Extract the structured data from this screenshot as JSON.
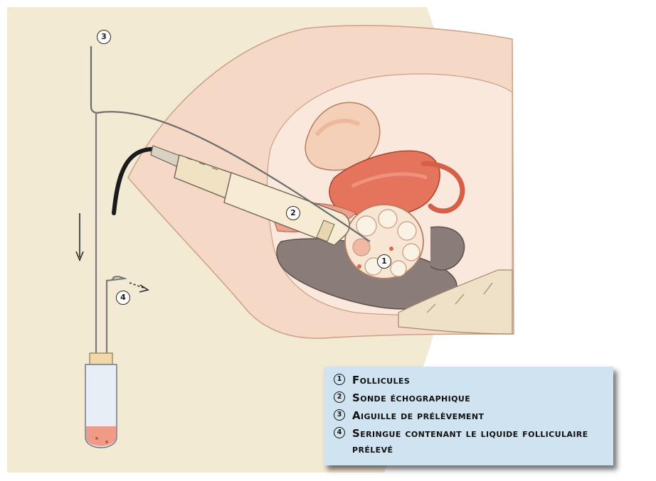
{
  "markers": {
    "m1": "1",
    "m2": "2",
    "m3": "3",
    "m4": "4"
  },
  "legend": {
    "items": [
      {
        "num": "1",
        "text": "Follicules"
      },
      {
        "num": "2",
        "text": "Sonde échographique"
      },
      {
        "num": "3",
        "text": "Aiguille de prélèvement"
      },
      {
        "num": "4",
        "text": "Seringue contenant le liquide folliculaire prélevé"
      }
    ]
  },
  "colors": {
    "background_cream": "#f3ead4",
    "skin": "#f6d8c6",
    "uterus": "#e5745c",
    "bowel": "#8a7c78",
    "ovary": "#f7e6d4",
    "probe": "#f0e2c2",
    "legend_bg": "#cfe3f1",
    "fluid": "#f09a88"
  }
}
